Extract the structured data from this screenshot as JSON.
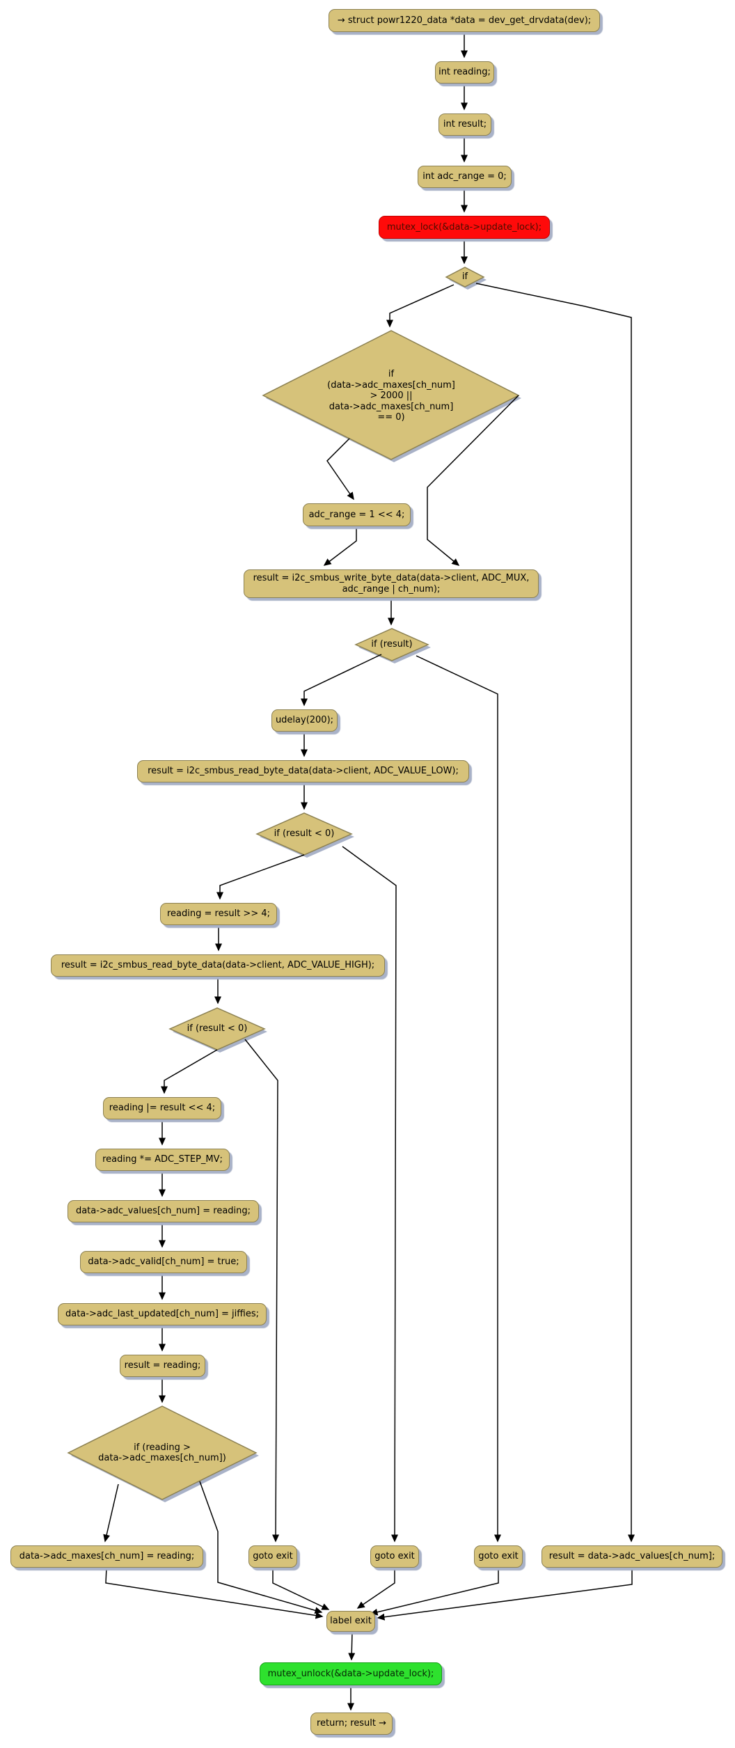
{
  "colors": {
    "node_fill": "#d6c27a",
    "node_border": "#8c8152",
    "edge": "#000000",
    "shadow": "#a9b2c8",
    "lock_fill": "#ff0a0a",
    "lock_text": "#4a0e00",
    "unlock_fill": "#2ee12e",
    "background": "#ffffff"
  },
  "nodes": {
    "start": "→ struct powr1220_data *data = dev_get_drvdata(dev);",
    "decl_reading": "int reading;",
    "decl_result": "int result;",
    "decl_adc_range": "int adc_range = 0;",
    "mutex_lock": "mutex_lock(&data->update_lock);",
    "if_update": "if",
    "if_maxes": "if\n(data->adc_maxes[ch_num]\n> 2000 ||\ndata->adc_maxes[ch_num]\n== 0)",
    "set_adc_range": "adc_range = 1 << 4;",
    "write_byte": "result = i2c_smbus_write_byte_data(data->client, ADC_MUX,\nadc_range | ch_num);",
    "if_result": "if (result)",
    "udelay": "udelay(200);",
    "read_low": "result = i2c_smbus_read_byte_data(data->client, ADC_VALUE_LOW);",
    "if_result_lt0_a": "if (result < 0)",
    "shift_reading": "reading = result >> 4;",
    "read_high": "result = i2c_smbus_read_byte_data(data->client, ADC_VALUE_HIGH);",
    "if_result_lt0_b": "if (result < 0)",
    "or_reading": "reading |= result << 4;",
    "mul_reading": "reading *= ADC_STEP_MV;",
    "store_value": "data->adc_values[ch_num] = reading;",
    "set_valid": "data->adc_valid[ch_num] = true;",
    "set_updated": "data->adc_last_updated[ch_num] = jiffies;",
    "result_reading": "result = reading;",
    "if_reading_gt_max": "if (reading >\ndata->adc_maxes[ch_num])",
    "store_max": "data->adc_maxes[ch_num] = reading;",
    "goto_exit_1": "goto exit",
    "goto_exit_2": "goto exit",
    "goto_exit_3": "goto exit",
    "result_cached": "result = data->adc_values[ch_num];",
    "label_exit": "label exit",
    "mutex_unlock": "mutex_unlock(&data->update_lock);",
    "return_result": "return; result →"
  }
}
